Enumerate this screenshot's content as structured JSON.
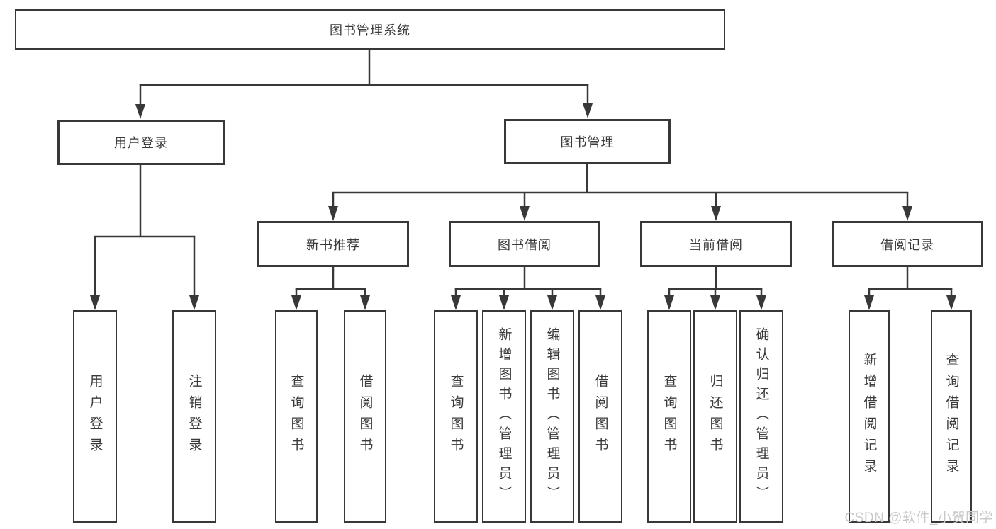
{
  "diagram": {
    "root": {
      "label": "图书管理系统"
    },
    "level1": [
      {
        "id": "user-login",
        "label": "用户登录"
      },
      {
        "id": "book-management",
        "label": "图书管理"
      }
    ],
    "level2": [
      {
        "id": "new-book-recommend",
        "parent": "图书管理",
        "label": "新书推荐"
      },
      {
        "id": "book-borrow",
        "parent": "图书管理",
        "label": "图书借阅"
      },
      {
        "id": "current-borrow",
        "parent": "图书管理",
        "label": "当前借阅"
      },
      {
        "id": "borrow-records",
        "parent": "图书管理",
        "label": "借阅记录"
      }
    ],
    "leaves": [
      {
        "parent": "用户登录",
        "label": "用户登录"
      },
      {
        "parent": "用户登录",
        "label": "注销登录"
      },
      {
        "parent": "新书推荐",
        "label": "查询图书"
      },
      {
        "parent": "新书推荐",
        "label": "借阅图书"
      },
      {
        "parent": "图书借阅",
        "label": "查询图书"
      },
      {
        "parent": "图书借阅",
        "label": "新增图书（管理员）"
      },
      {
        "parent": "图书借阅",
        "label": "编辑图书（管理员）"
      },
      {
        "parent": "图书借阅",
        "label": "借阅图书"
      },
      {
        "parent": "当前借阅",
        "label": "查询图书"
      },
      {
        "parent": "当前借阅",
        "label": "归还图书"
      },
      {
        "parent": "当前借阅",
        "label": "确认归还（管理员）"
      },
      {
        "parent": "借阅记录",
        "label": "新增借阅记录"
      },
      {
        "parent": "借阅记录",
        "label": "查询借阅记录"
      }
    ]
  },
  "watermark": {
    "text": "CSDN @软件_小贺同学",
    "color": "#c8c8c8"
  },
  "colors": {
    "line": "#383838",
    "box_border": "#383838",
    "box_fill": "#ffffff",
    "text": "#3a3a3a",
    "background": "#ffffff"
  }
}
